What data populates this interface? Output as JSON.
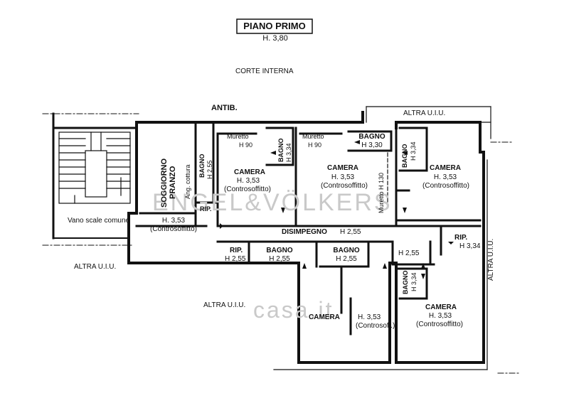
{
  "title": {
    "name": "PIANO PRIMO",
    "height": "H. 3,80"
  },
  "corte": "CORTE INTERNA",
  "altra": "ALTRA U.I.U.",
  "antib": "ANTIB.",
  "vano_scale": "Vano scale comune",
  "soggiorno": {
    "line1": "SOGGIORNO",
    "line2": "PRANZO",
    "ang": "Ang. cottura",
    "h": "H. 3,53",
    "note": "(Controsoffitto)"
  },
  "bagno_a": {
    "name": "BAGNO",
    "h": "H 2,55"
  },
  "rip_a": "RIP.",
  "camera1": {
    "muretto": "Muretto",
    "mh": "H 90",
    "name": "CAMERA",
    "h": "H. 3,53",
    "note": "(Controsoffitto)"
  },
  "bagno_b": {
    "name": "BAGNO",
    "h": "H 3,34"
  },
  "camera2": {
    "muretto": "Muretto",
    "mh": "H 90",
    "name": "CAMERA",
    "h": "H. 3,53",
    "note": "(Controsoffitto)",
    "muretto_v": "Muretto H 130"
  },
  "bagno_c": {
    "name": "BAGNO",
    "h": "H 3,30"
  },
  "bagno_d": {
    "name": "BAGNO",
    "h": "H 3,34"
  },
  "camera3": {
    "name": "CAMERA",
    "h": "H. 3,53",
    "note": "(Controsoffitto)"
  },
  "disimpegno": {
    "name": "DISIMPEGNO",
    "h": "H 2,55"
  },
  "rip_b": {
    "name": "RIP.",
    "h": "H 3,34"
  },
  "rip_c": {
    "name": "RIP.",
    "h": "H 2,55"
  },
  "bagno_e": {
    "name": "BAGNO",
    "h": "H 2,55"
  },
  "bagno_f": {
    "name": "BAGNO",
    "h": "H 2,55"
  },
  "h_small": "H 2,55",
  "bagno_g": {
    "name": "BAGNO",
    "h": "H 3,34"
  },
  "camera4": {
    "name": "CAMERA",
    "h": "H. 3,53",
    "note": "(Controsoffitto)"
  },
  "camera5": {
    "name": "CAMERA",
    "h": "H. 3,53",
    "note": "(Controsoff.)"
  },
  "watermark": {
    "brand": "ENGEL&VÖLKERS",
    "site": "casa.it"
  }
}
